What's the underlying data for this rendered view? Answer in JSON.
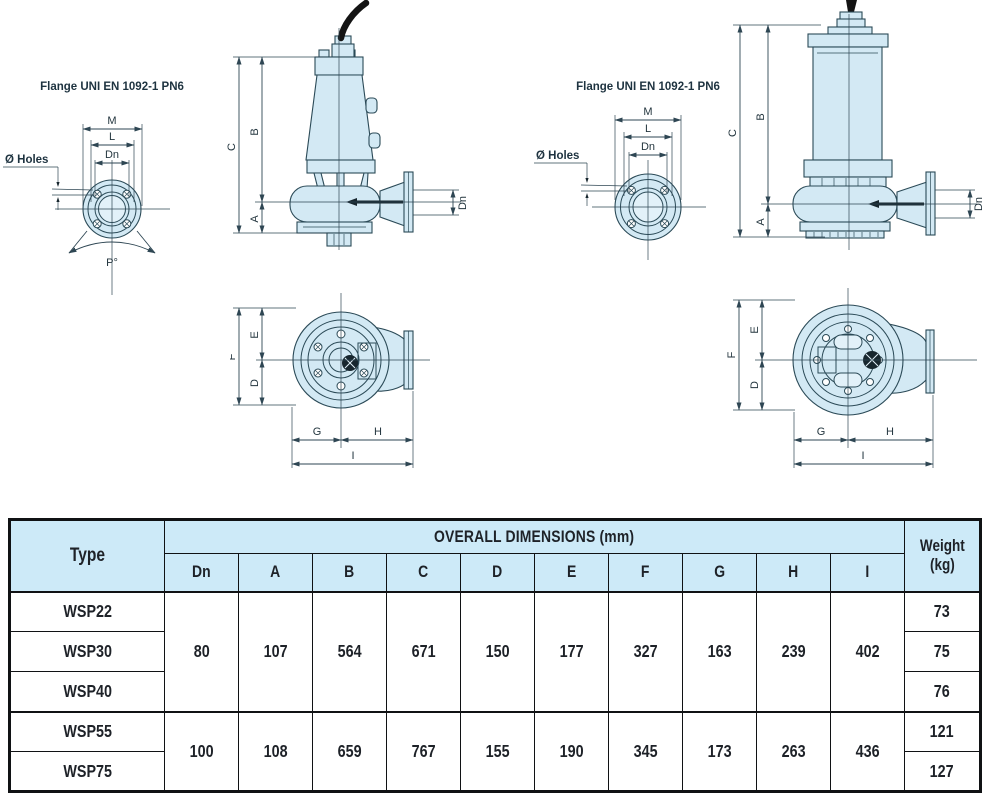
{
  "colors": {
    "diagram_fill": "#d3e9f4",
    "diagram_fill_light": "#e2f1f9",
    "diagram_line": "#2b4a57",
    "cable": "#141414",
    "table_header_bg": "#cdeaf8",
    "table_border": "#101214"
  },
  "drawings": {
    "flange_small": {
      "title": "Flange UNI EN 1092-1 PN6",
      "m": "M",
      "l": "L",
      "dn": "Dn",
      "holes": "Ø Holes",
      "angle": "P°"
    },
    "flange_large": {
      "title": "Flange UNI EN 1092-1 PN6",
      "m": "M",
      "l": "L",
      "dn": "Dn",
      "holes": "Ø Holes"
    },
    "side_small": {
      "a": "A",
      "b": "B",
      "c": "C",
      "dn": "Dn"
    },
    "side_large": {
      "a": "A",
      "b": "B",
      "c": "C",
      "dn": "Dn"
    },
    "top_small": {
      "d": "D",
      "e": "E",
      "f": "F",
      "g": "G",
      "h": "H",
      "i": "I"
    },
    "top_large": {
      "d": "D",
      "e": "E",
      "f": "F",
      "g": "G",
      "h": "H",
      "i": "I"
    }
  },
  "table": {
    "type_header": "Type",
    "dims_header": "OVERALL DIMENSIONS (mm)",
    "weight_header": "Weight\n(kg)",
    "columns": [
      "Dn",
      "A",
      "B",
      "C",
      "D",
      "E",
      "F",
      "G",
      "H",
      "I"
    ],
    "groups": [
      {
        "types": [
          "WSP22",
          "WSP30",
          "WSP40"
        ],
        "dims": [
          "80",
          "107",
          "564",
          "671",
          "150",
          "177",
          "327",
          "163",
          "239",
          "402"
        ],
        "weights": [
          "73",
          "75",
          "76"
        ]
      },
      {
        "types": [
          "WSP55",
          "WSP75"
        ],
        "dims": [
          "100",
          "108",
          "659",
          "767",
          "155",
          "190",
          "345",
          "173",
          "263",
          "436"
        ],
        "weights": [
          "121",
          "127"
        ]
      }
    ]
  }
}
